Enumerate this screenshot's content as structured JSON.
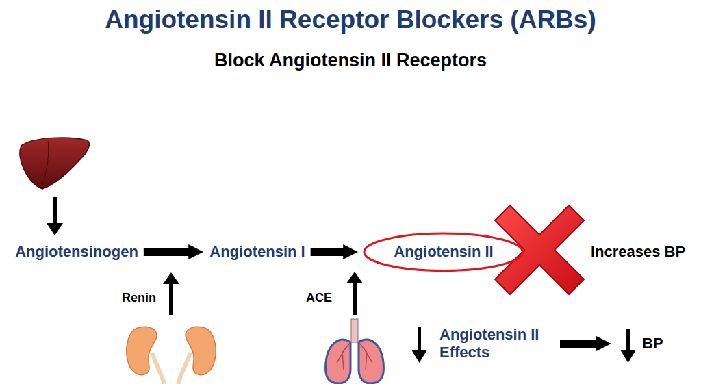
{
  "diagram": {
    "title": "Angiotensin II Receptor Blockers (ARBs)",
    "nodes": [
      {
        "text": [
          "Angiotensinogen"
        ]
      },
      {
        "text": [
          "Angiotensin I"
        ]
      },
      {
        "text": [
          "Angiotensin II"
        ]
      },
      {
        "text": [
          "Increases BP"
        ]
      },
      {
        "text": [
          "Angiotensin II Effects"
        ]
      },
      {
        "text": [
          "BP"
        ]
      }
    ],
    "edges": [
      {
        "from": 0,
        "to": 1,
        "arrow": "to"
      },
      {
        "from": 1,
        "to": 2,
        "arrow": "to"
      },
      {
        "from": 4,
        "to": 5,
        "arrow": "to"
      }
    ],
    "labels": [
      "Block Angiotensin II Receptors",
      "Renin",
      "ACE"
    ]
  }
}
